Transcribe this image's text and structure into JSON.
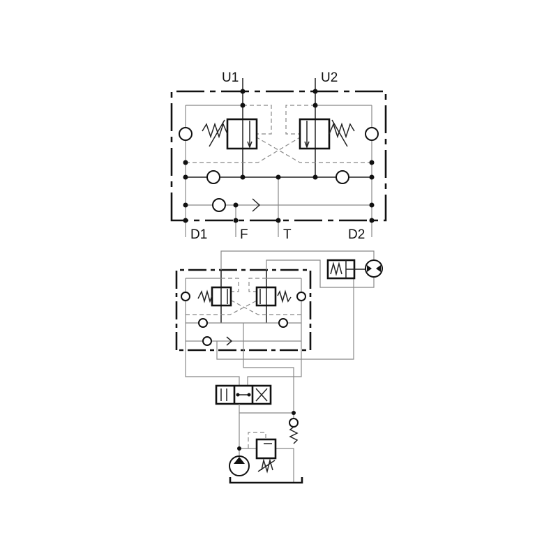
{
  "diagram": {
    "type": "hydraulic schematic",
    "ports": {
      "u1": "U1",
      "u2": "U2",
      "d1": "D1",
      "f": "F",
      "t": "T",
      "d2": "D2"
    }
  }
}
